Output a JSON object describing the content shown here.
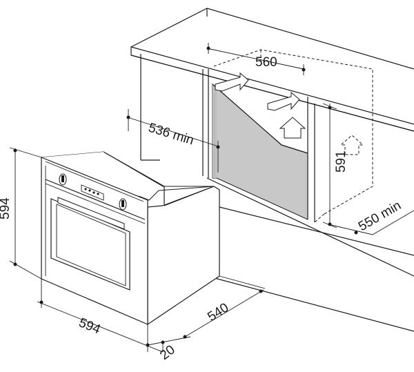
{
  "dimensions": {
    "cabinet_width": "560",
    "cabinet_depth_min": "536 min",
    "cabinet_height": "591",
    "cabinet_depth_right_min": "550 min",
    "oven_height": "594",
    "oven_width": "594",
    "oven_depth": "540",
    "oven_front_depth": "20"
  }
}
